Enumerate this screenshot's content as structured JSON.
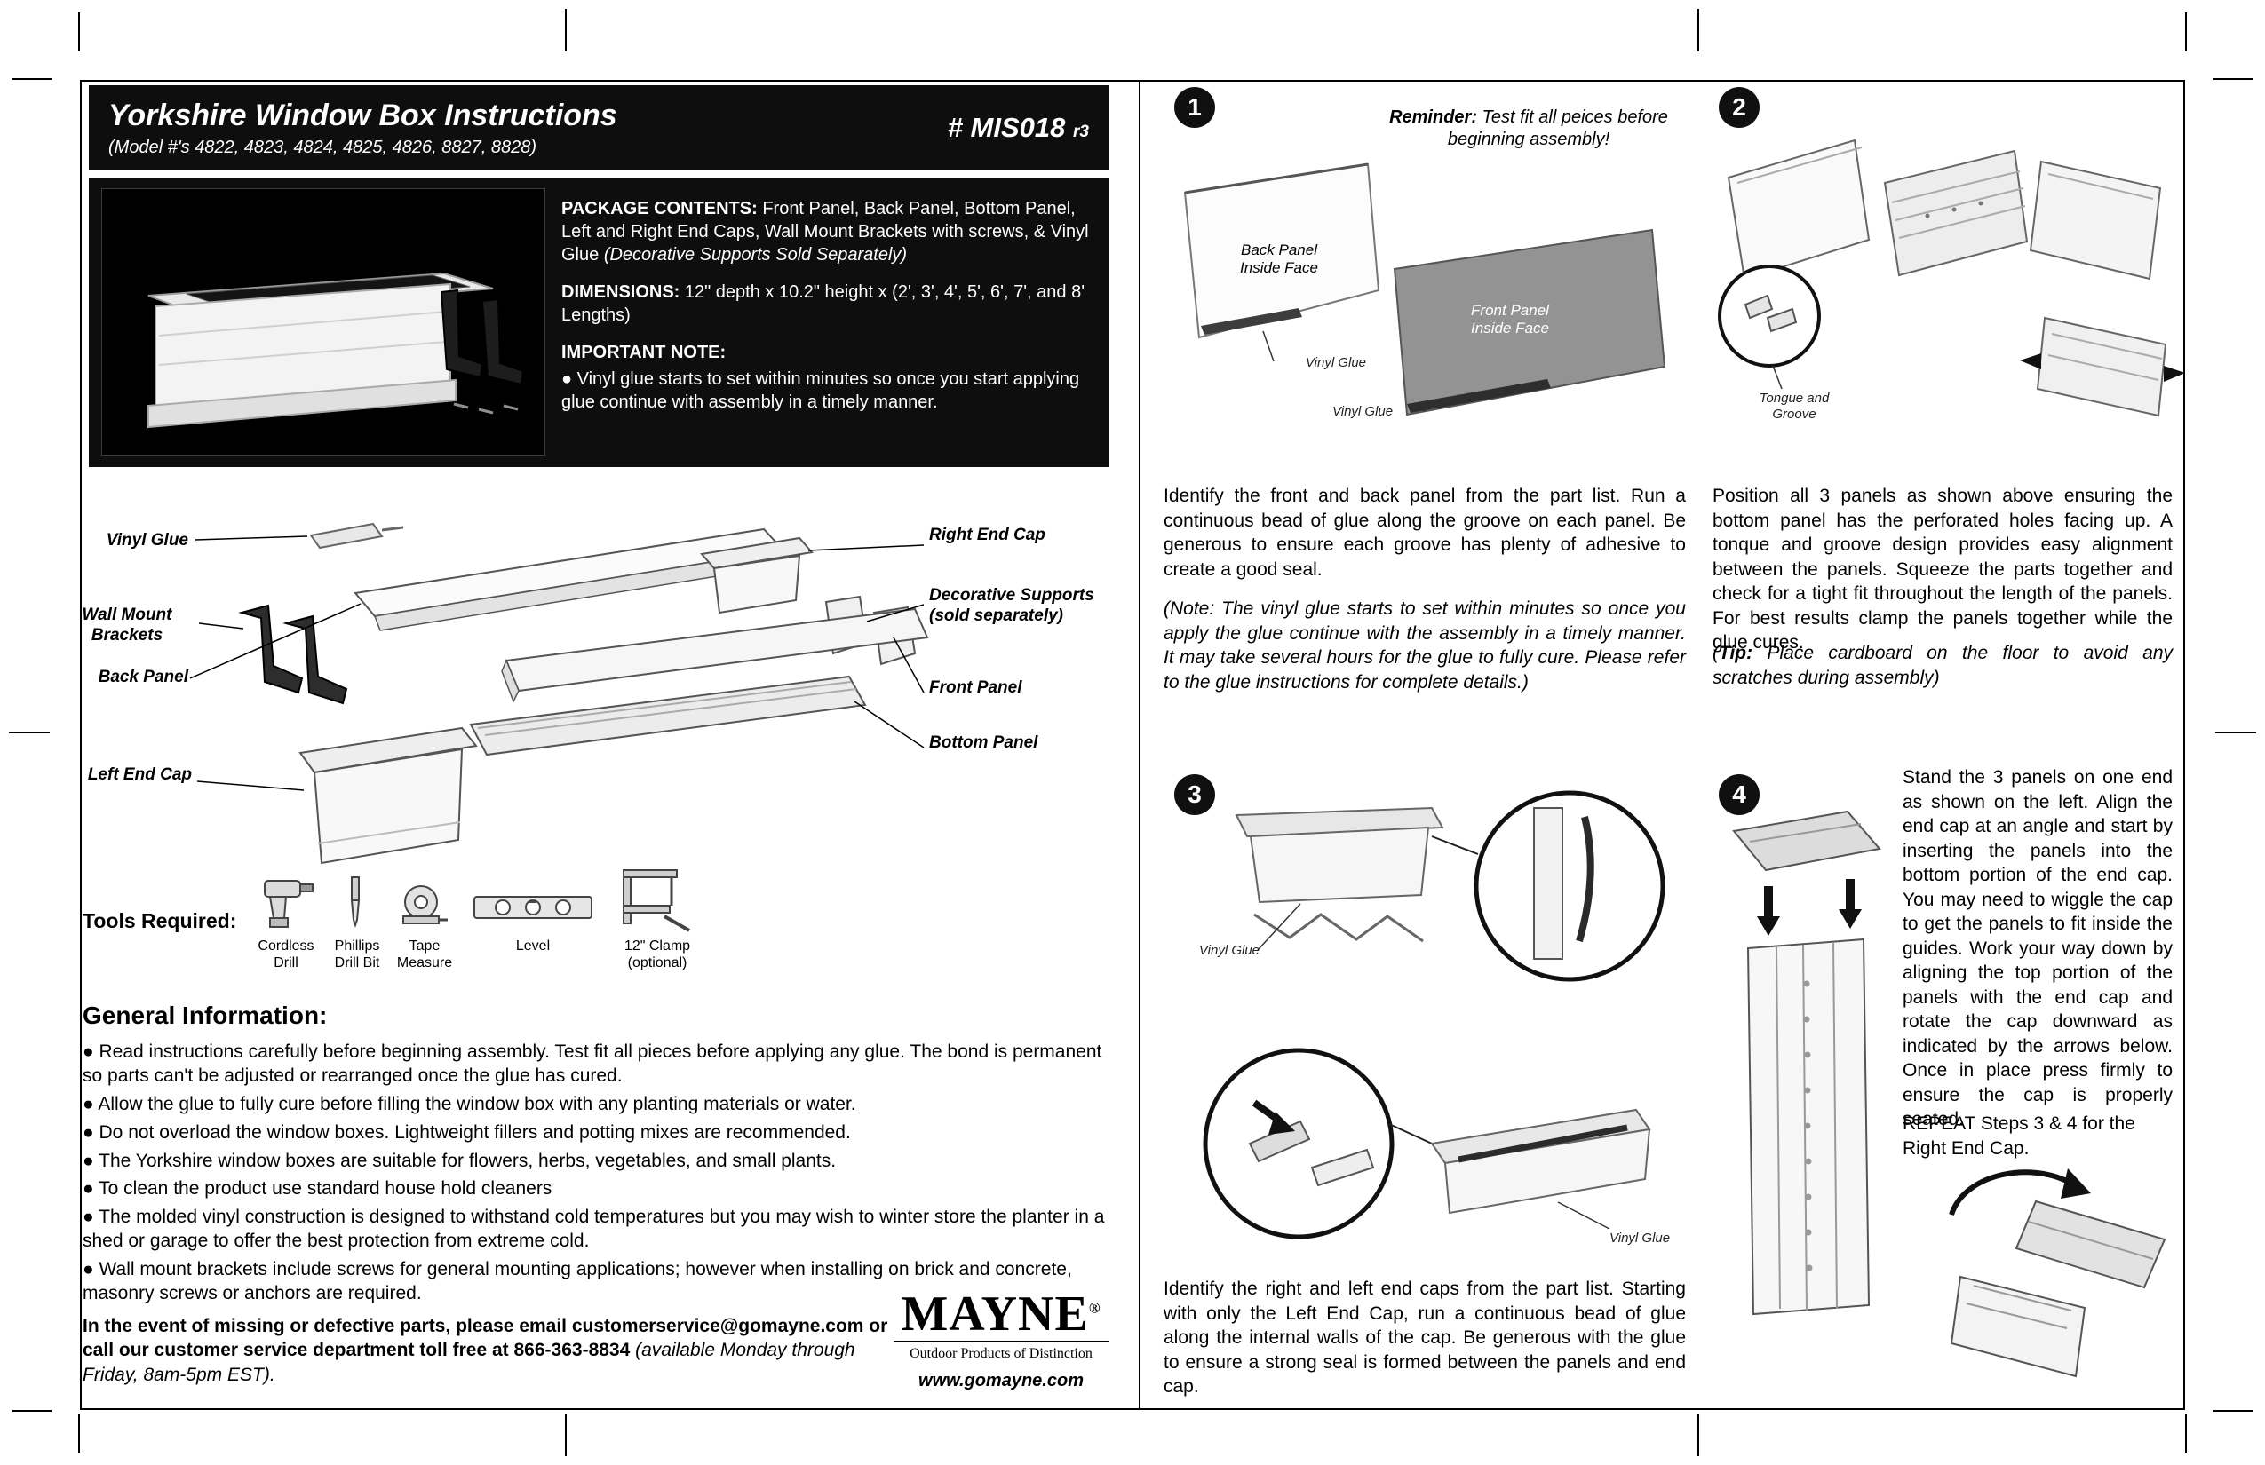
{
  "header": {
    "title": "Yorkshire Window Box Instructions",
    "models": "(Model #'s 4822, 4823, 4824, 4825, 4826, 8827, 8828)",
    "part_number": "# MIS018",
    "revision": "r3"
  },
  "package": {
    "contents_label": "PACKAGE CONTENTS:",
    "contents_text": "Front Panel, Back Panel, Bottom Panel, Left and Right End Caps, Wall Mount Brackets with screws, & Vinyl Glue",
    "contents_note": "(Decorative Supports Sold Separately)",
    "dimensions_label": "DIMENSIONS:",
    "dimensions_text": "12\" depth x 10.2\" height x (2', 3', 4', 5', 6', 7', and 8' Lengths)",
    "important_label": "IMPORTANT NOTE:",
    "important_bullet": "● Vinyl glue starts to set within minutes so once you start applying glue continue with assembly in a timely manner."
  },
  "diagram": {
    "vinyl_glue": "Vinyl Glue",
    "wall_mount_line1": "Wall Mount",
    "wall_mount_line2": "Brackets",
    "back_panel": "Back Panel",
    "left_end_cap": "Left End Cap",
    "right_end_cap": "Right End Cap",
    "decorative_line1": "Decorative Supports",
    "decorative_line2": "(sold separately)",
    "front_panel": "Front Panel",
    "bottom_panel": "Bottom Panel"
  },
  "tools": {
    "label": "Tools Required:",
    "items": [
      {
        "line1": "Cordless",
        "line2": "Drill"
      },
      {
        "line1": "Phillips",
        "line2": "Drill Bit"
      },
      {
        "line1": "Tape",
        "line2": "Measure"
      },
      {
        "line1": "Level",
        "line2": ""
      },
      {
        "line1": "12\" Clamp",
        "line2": "(optional)"
      }
    ]
  },
  "general": {
    "heading": "General Information:",
    "bullets": [
      "● Read instructions carefully before beginning assembly.  Test fit all pieces before applying any glue. The bond is permanent so parts can't be adjusted or rearranged once the glue has cured.",
      "● Allow the glue to fully cure before filling the window box with any planting materials or water.",
      "● Do not overload the window boxes.  Lightweight fillers and potting mixes are recommended.",
      "● The Yorkshire window boxes are suitable for flowers, herbs, vegetables, and small plants.",
      "● To clean the product use standard house hold cleaners",
      "● The molded vinyl construction is designed to withstand cold temperatures but you may wish to winter store the planter in a shed or garage to offer the best protection from extreme cold.",
      "● Wall mount brackets include screws for general mounting applications; however when installing on brick and concrete, masonry screws or anchors are required."
    ]
  },
  "contact": {
    "bold_text": "In the event of missing or defective parts, please email customerservice@gomayne.com or call our customer service department toll free at 866-363-8834",
    "italic_text": " (available Monday through Friday, 8am-5pm EST)."
  },
  "brand": {
    "name": "MAYNE",
    "registered": "®",
    "tagline": "Outdoor Products of Distinction",
    "website": "www.gomayne.com"
  },
  "step1": {
    "number": "1",
    "reminder_label": "Reminder:",
    "reminder_text": " Test fit all peices before beginning assembly!",
    "label_back_line1": "Back Panel",
    "label_back_line2": "Inside Face",
    "label_front_line1": "Front Panel",
    "label_front_line2": "Inside Face",
    "label_glue1": "Vinyl Glue",
    "label_glue2": "Vinyl Glue",
    "body": "Identify the front and back panel from the part list.  Run a continuous bead of glue along the groove on each panel.  Be generous to ensure each groove has plenty of adhesive to create a good seal.",
    "note": "(Note: The vinyl glue starts to set within minutes so once you apply the glue continue with the assembly in a timely manner.  It may take several hours for the glue to fully cure.  Please refer to the glue instructions for complete details.)"
  },
  "step2": {
    "number": "2",
    "label_tongue_line1": "Tongue and",
    "label_tongue_line2": "Groove",
    "body": "Position all 3 panels as shown above ensuring the bottom panel has the perforated holes facing up. A tonque and groove design provides easy alignment between the panels.  Squeeze the parts together and check for a tight fit throughout the length of the panels.  For best results clamp the panels together while the glue cures.",
    "tip_open": "(",
    "tip_label": "Tip:",
    "tip_text": " Place cardboard on the floor to avoid any scratches during assembly)"
  },
  "step3": {
    "number": "3",
    "label_glue1": "Vinyl Glue",
    "label_glue2": "Vinyl Glue",
    "body": "Identify the right and left end caps from the part list. Starting with only the Left End Cap, run a continuous bead of glue along the internal walls of the cap. Be generous with the glue to ensure a strong seal is formed between the panels and end cap."
  },
  "step4": {
    "number": "4",
    "body": "Stand the 3 panels on one end as shown on the left. Align the end cap at an angle and start by inserting the panels into the bottom portion of the end cap.  You may need to wiggle the cap to get the panels to fit inside the guides. Work your way down by aligning the top portion of the panels with the end cap and rotate the cap downward as indicated by the arrows below.  Once in place press firmly to ensure the cap is properly seated.",
    "repeat": "REPEAT Steps 3 & 4 for the Right End Cap."
  }
}
